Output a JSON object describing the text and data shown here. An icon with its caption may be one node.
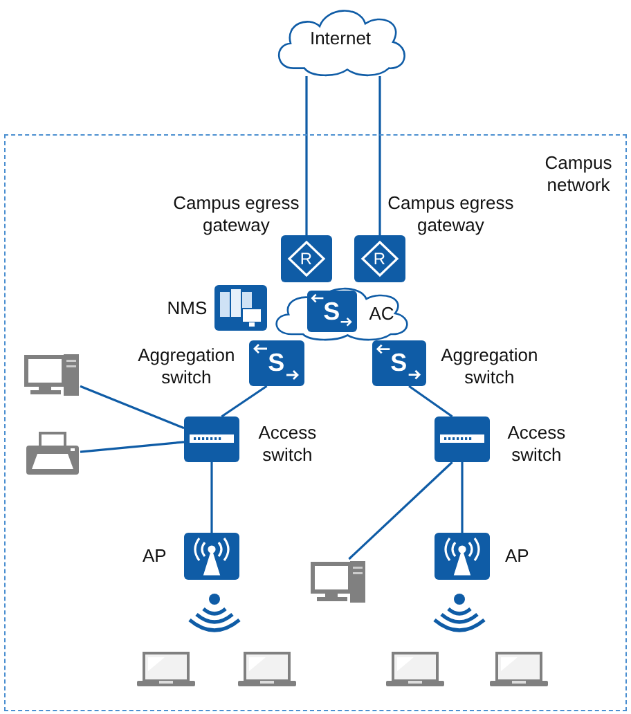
{
  "diagram": {
    "nodes": [
      {
        "text": [
          "Internet"
        ]
      },
      {
        "text": [
          "Campus network"
        ]
      },
      {
        "text": [
          "R"
        ],
        "beside": [
          "Campus egress gateway"
        ],
        "in": 1
      },
      {
        "text": [
          "R"
        ],
        "beside": [
          "Campus egress gateway"
        ],
        "in": 1
      },
      {
        "text": [],
        "shape": "cloud",
        "in": 1
      },
      {
        "text": [],
        "shape": "picture",
        "beside": [
          "NMS"
        ],
        "in": 1
      },
      {
        "text": [
          "S"
        ],
        "beside": [
          "AC"
        ],
        "in": 4
      },
      {
        "text": [
          "S"
        ],
        "beside": [
          "Aggregation switch"
        ],
        "in": 1
      },
      {
        "text": [
          "S"
        ],
        "beside": [
          "Aggregation switch"
        ],
        "in": 1
      },
      {
        "text": [],
        "shape": "picture",
        "beside": [
          "Access switch"
        ],
        "in": 1
      },
      {
        "text": [],
        "shape": "picture",
        "beside": [
          "Access switch"
        ],
        "in": 1
      },
      {
        "text": [],
        "shape": "picture",
        "in": 1
      },
      {
        "text": [],
        "shape": "picture",
        "in": 1
      },
      {
        "text": [],
        "shape": "picture",
        "beside": [
          "AP"
        ],
        "in": 1
      },
      {
        "text": [],
        "shape": "picture",
        "beside": [
          "AP"
        ],
        "in": 1
      },
      {
        "text": [],
        "shape": "picture",
        "in": 1
      },
      {
        "text": [],
        "shape": "picture",
        "in": 1
      },
      {
        "text": [],
        "shape": "picture",
        "in": 1
      },
      {
        "text": [],
        "shape": "picture",
        "in": 1
      },
      {
        "text": [],
        "shape": "picture",
        "in": 1
      }
    ],
    "edges": [
      {
        "from": 0,
        "to": 2,
        "arrow": "none"
      },
      {
        "from": 0,
        "to": 3,
        "arrow": "none"
      },
      {
        "from": 7,
        "to": 9,
        "arrow": "none"
      },
      {
        "from": 8,
        "to": 10,
        "arrow": "none"
      },
      {
        "from": 11,
        "to": 9,
        "arrow": "none"
      },
      {
        "from": 12,
        "to": 9,
        "arrow": "none"
      },
      {
        "from": 9,
        "to": 13,
        "arrow": "none"
      },
      {
        "from": 10,
        "to": 15,
        "arrow": "none"
      },
      {
        "from": 10,
        "to": 14,
        "arrow": "none"
      }
    ]
  }
}
